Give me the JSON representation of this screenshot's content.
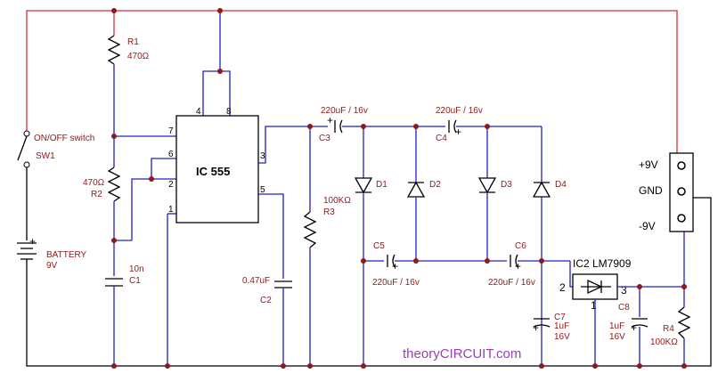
{
  "chip": {
    "name": "IC 555",
    "pins": [
      "4",
      "8",
      "7",
      "6",
      "2",
      "1",
      "3",
      "5"
    ]
  },
  "switch": {
    "label": "ON/OFF switch",
    "ref": "SW1"
  },
  "battery": {
    "label": "BATTERY",
    "value": "9V",
    "plus": "+"
  },
  "resistors": {
    "r1": {
      "ref": "R1",
      "value": "470Ω"
    },
    "r2": {
      "ref": "R2",
      "value": "470Ω"
    },
    "r3": {
      "ref": "R3",
      "value": "100KΩ"
    },
    "r4": {
      "ref": "R4",
      "value": "100KΩ"
    }
  },
  "capacitors": {
    "c1": {
      "ref": "C1",
      "value": "10n"
    },
    "c2": {
      "ref": "C2",
      "value": "0.47uF"
    },
    "c3": {
      "ref": "C3",
      "value": "220uF / 16v"
    },
    "c4": {
      "ref": "C4",
      "value": "220uF / 16v"
    },
    "c5": {
      "ref": "C5",
      "value": "220uF / 16v"
    },
    "c6": {
      "ref": "C6",
      "value": "220uF / 16v"
    },
    "c7": {
      "ref": "C7",
      "value1": "1uF",
      "value2": "16V"
    },
    "c8": {
      "ref": "C8",
      "value1": "1uF",
      "value2": "16V"
    }
  },
  "diodes": [
    "D1",
    "D2",
    "D3",
    "D4"
  ],
  "regulator": {
    "name": "IC2 LM7909",
    "pins": [
      "2",
      "1",
      "3"
    ]
  },
  "output": {
    "plus": "+9V",
    "gnd": "GND",
    "minus": "-9V"
  },
  "watermark": "theoryCIRCUIT.com"
}
